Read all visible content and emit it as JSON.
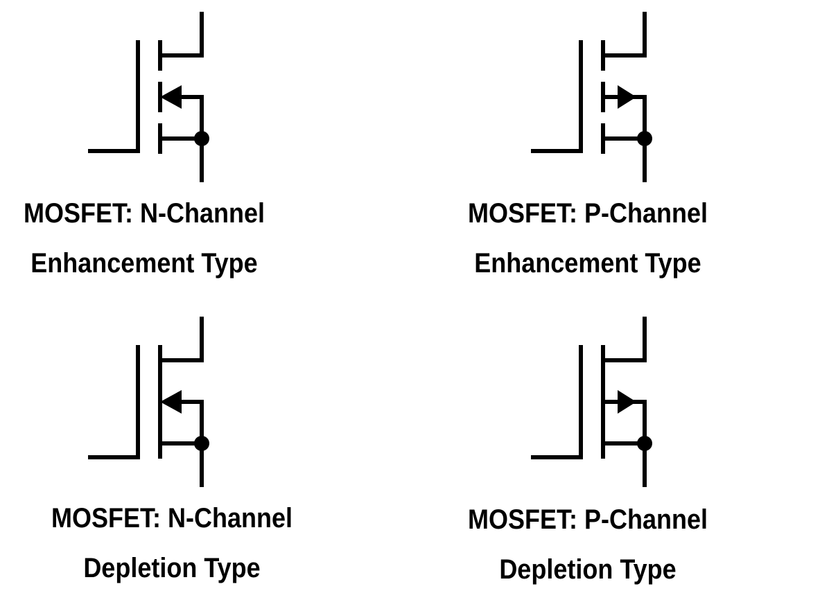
{
  "symbols": [
    {
      "id": "n-enhancement",
      "channel": "N",
      "mode": "enhancement",
      "caption_line1": "MOSFET: N-Channel",
      "caption_line2": "Enhancement Type"
    },
    {
      "id": "p-enhancement",
      "channel": "P",
      "mode": "enhancement",
      "caption_line1": "MOSFET: P-Channel",
      "caption_line2": "Enhancement Type"
    },
    {
      "id": "n-depletion",
      "channel": "N",
      "mode": "depletion",
      "caption_line1": "MOSFET: N-Channel",
      "caption_line2": "Depletion Type"
    },
    {
      "id": "p-depletion",
      "channel": "P",
      "mode": "depletion",
      "caption_line1": "MOSFET: P-Channel",
      "caption_line2": "Depletion Type"
    }
  ],
  "colors": {
    "stroke": "#000000",
    "background": "#ffffff"
  }
}
